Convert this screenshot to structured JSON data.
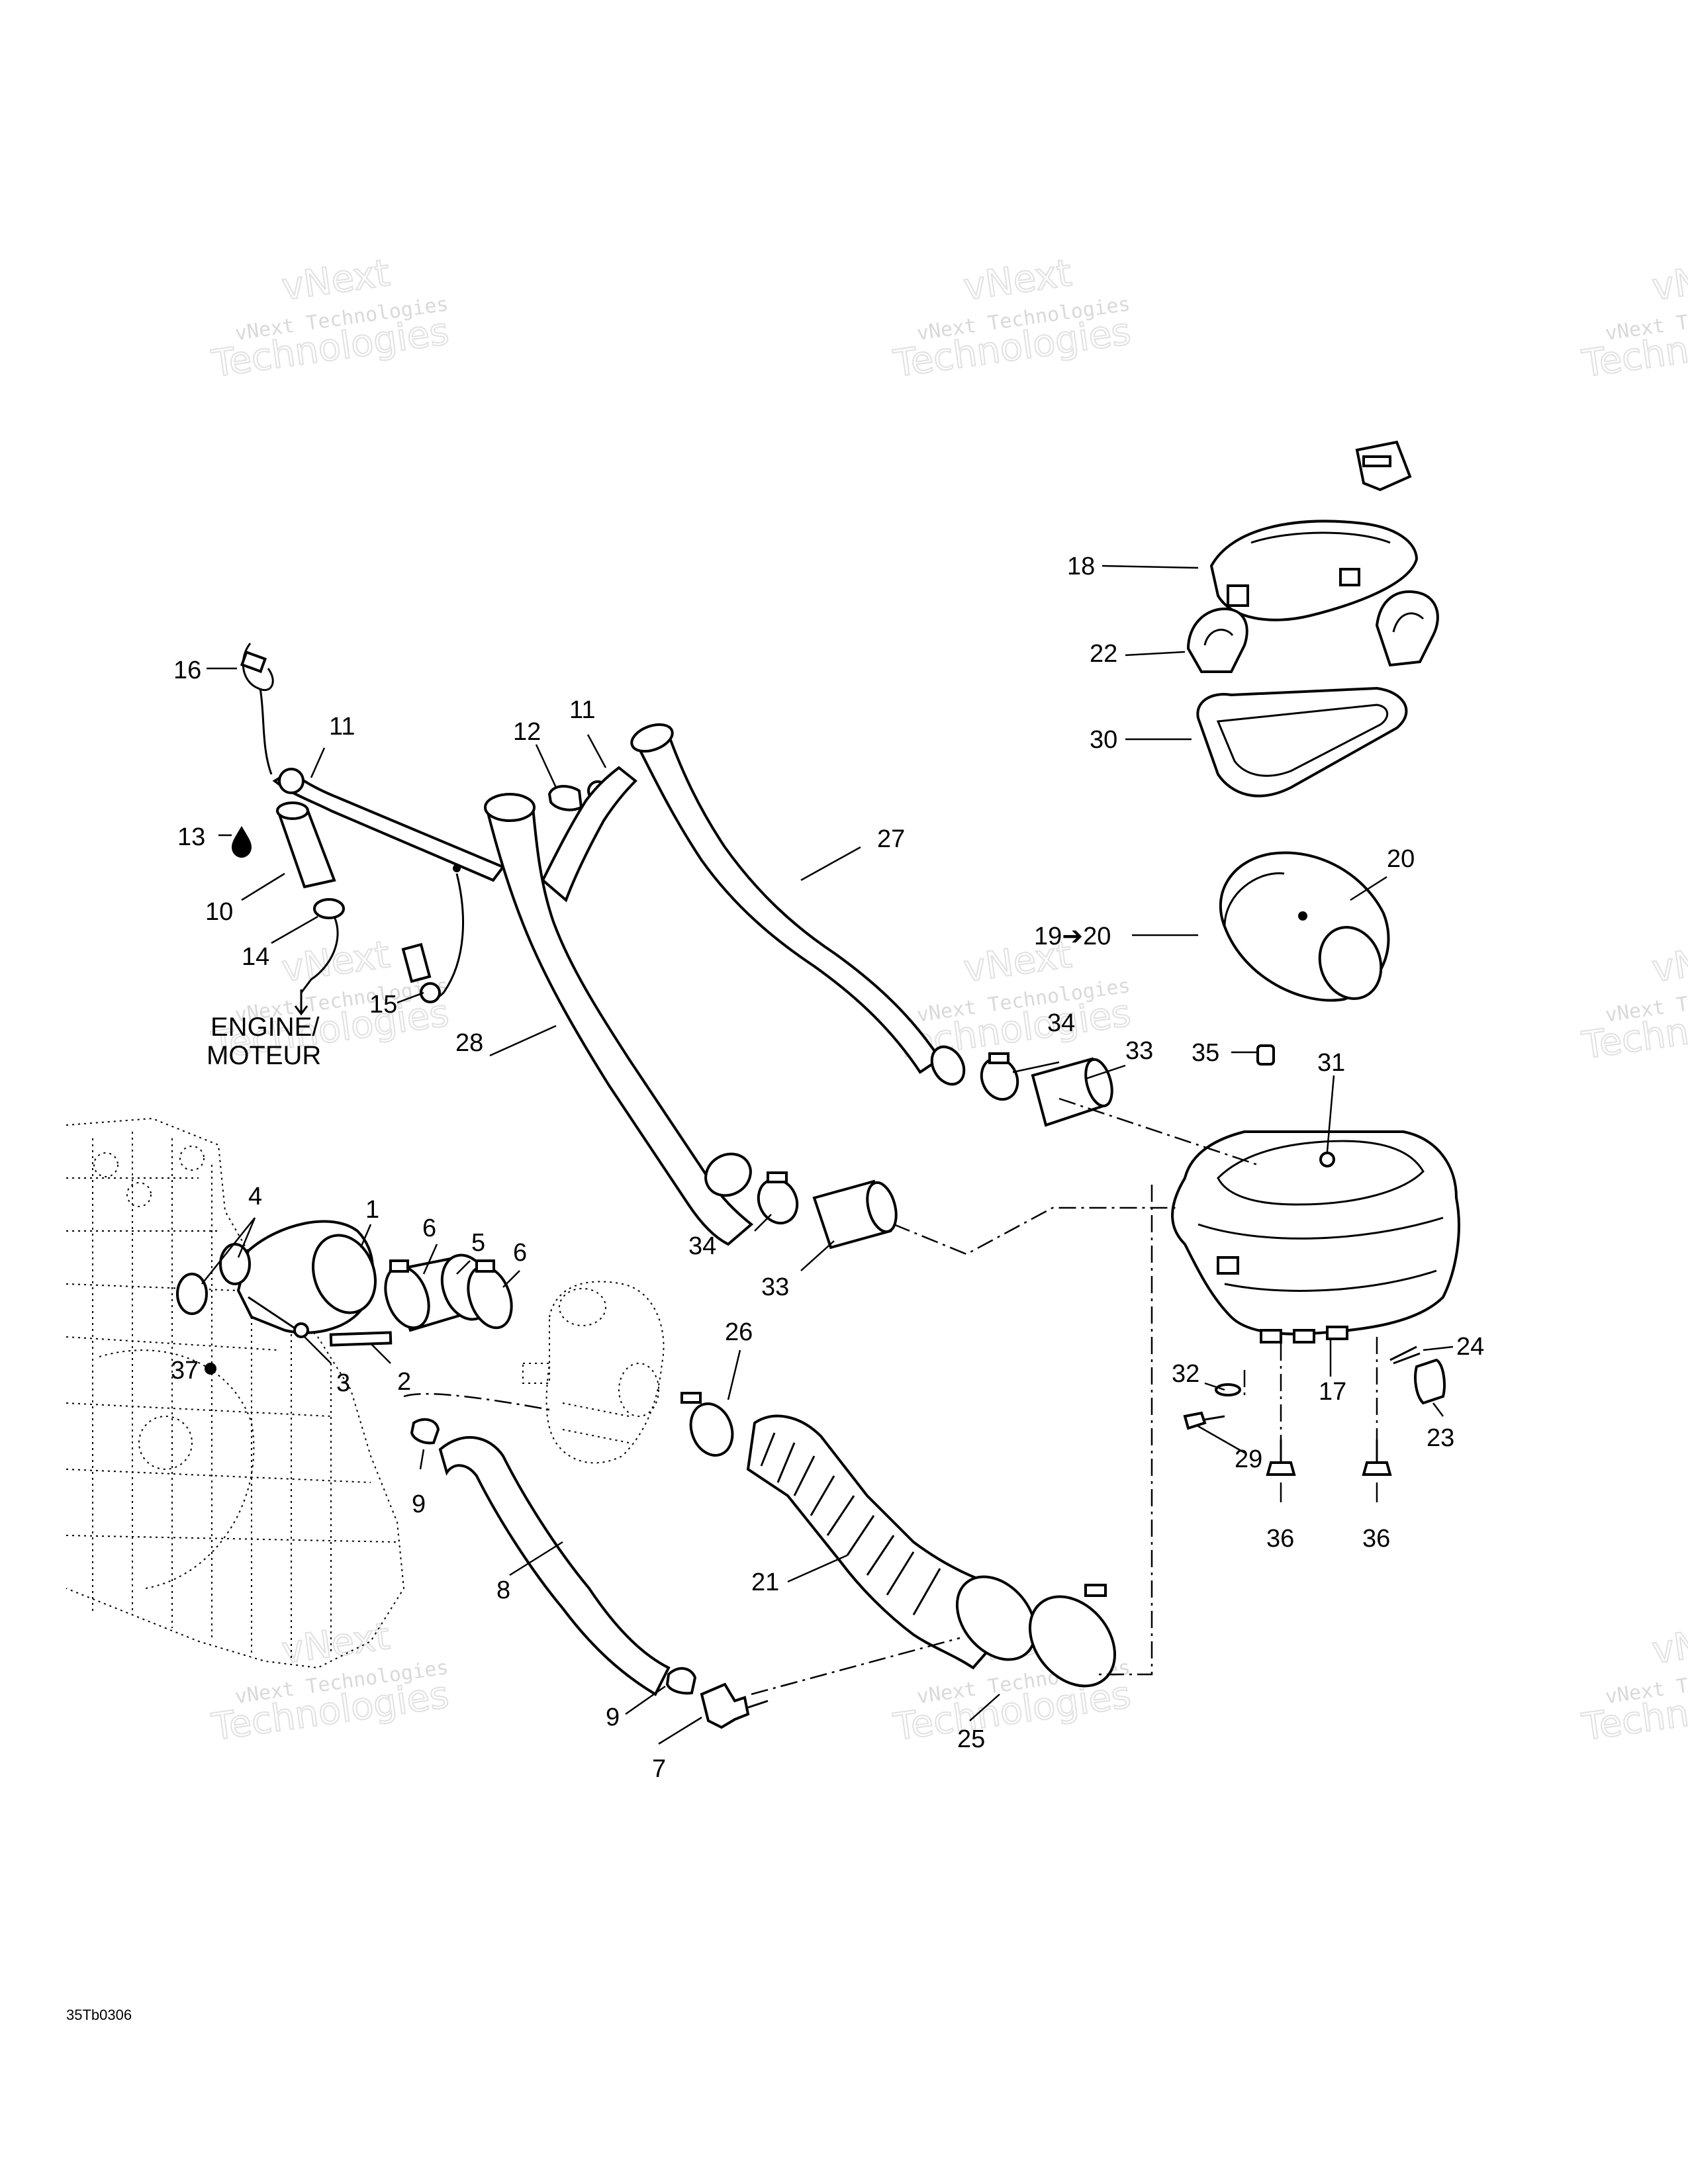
{
  "figure_code": "35Tb0306",
  "engine_label": {
    "line1": "ENGINE/",
    "line2": "MOTEUR"
  },
  "watermark": {
    "small": "vNext Technologies",
    "big_line1": "vNext",
    "big_line2": "Technologies"
  },
  "callouts": {
    "c1": "1",
    "c2": "2",
    "c3": "3",
    "c4": "4",
    "c5": "5",
    "c6a": "6",
    "c6b": "6",
    "c7": "7",
    "c8": "8",
    "c9a": "9",
    "c9b": "9",
    "c10": "10",
    "c11a": "11",
    "c11b": "11",
    "c12": "12",
    "c13": "13",
    "c14": "14",
    "c15": "15",
    "c16": "16",
    "c17": "17",
    "c18": "18",
    "c19": "19➔20",
    "c20": "20",
    "c21": "21",
    "c22": "22",
    "c23": "23",
    "c24": "24",
    "c25": "25",
    "c26": "26",
    "c27": "27",
    "c28": "28",
    "c29": "29",
    "c30": "30",
    "c31": "31",
    "c32": "32",
    "c33a": "33",
    "c33b": "33",
    "c34a": "34",
    "c34b": "34",
    "c35": "35",
    "c36a": "36",
    "c36b": "36",
    "c37": "37"
  }
}
